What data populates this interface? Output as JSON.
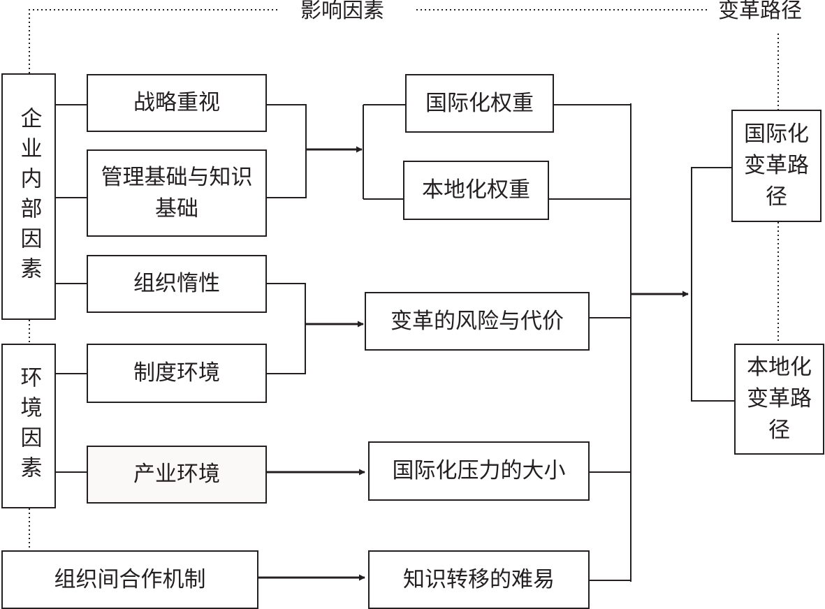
{
  "header": {
    "factors_title": "影响因素",
    "paths_title": "变革路径"
  },
  "groups": {
    "internal": "企业内部因素",
    "environment": "环境因素"
  },
  "factors": {
    "strategic": "战略重视",
    "management": "管理基础与知识基础",
    "inertia": "组织惰性",
    "institutional": "制度环境",
    "industry": "产业环境",
    "cooperation": "组织间合作机制"
  },
  "mediators": {
    "intl_weight": "国际化权重",
    "local_weight": "本地化权重",
    "risk_cost": "变革的风险与代价",
    "intl_pressure": "国际化压力的大小",
    "knowledge_transfer": "知识转移的难易"
  },
  "paths": {
    "international": "国际化变革路径",
    "localization": "本地化变革路径"
  },
  "colors": {
    "line": "#231f20",
    "background": "#ffffff"
  }
}
